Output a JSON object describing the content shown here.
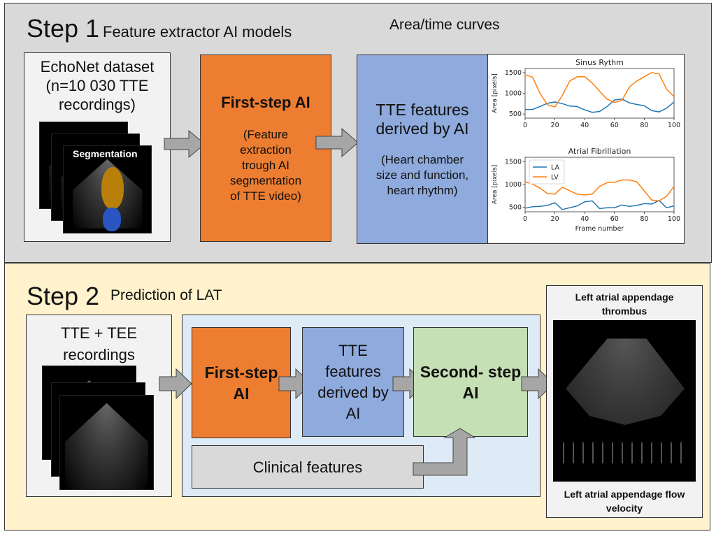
{
  "step1": {
    "title": "Step 1",
    "subtitle": "Feature extractor AI models",
    "curves_label": "Area/time curves",
    "dataset_box": {
      "line1": "EchoNet dataset",
      "line2": "(n=10 030 TTE",
      "line3": "recordings)",
      "overlay": "Segmentation"
    },
    "first_step_box": {
      "title": "First-step AI",
      "desc1": "(Feature",
      "desc2": "extraction",
      "desc3": "trough AI",
      "desc4": "segmentation",
      "desc5": "of TTE video)"
    },
    "features_box": {
      "title1": "TTE features",
      "title2": "derived by AI",
      "desc1": "(Heart chamber",
      "desc2": "size and function,",
      "desc3": "heart rhythm)"
    }
  },
  "step2": {
    "title": "Step 2",
    "subtitle": "Prediction of LAT",
    "recordings_box": {
      "line1": "TTE + TEE",
      "line2": "recordings"
    },
    "first_step_box": {
      "line1": "First-step",
      "line2": "AI"
    },
    "features_box": {
      "line1": "TTE",
      "line2": "features",
      "line3": "derived by",
      "line4": "AI"
    },
    "second_step_box": {
      "line1": "Second- step",
      "line2": "AI"
    },
    "clinical_box": {
      "label": "Clinical features"
    },
    "output_box": {
      "top1": "Left atrial appendage",
      "top2": "thrombus",
      "bottom1": "Left atrial appendage flow",
      "bottom2": "velocity"
    }
  },
  "colors": {
    "orange": "#ed7d31",
    "blue": "#8faadc",
    "green": "#c5e0b4",
    "la_line": "#1f77b4",
    "lv_line": "#ff7f0e",
    "panel1_bg": "#d9d9d9",
    "panel2_bg": "#fff2cc",
    "inner_bg": "#deebf7"
  },
  "chart_data": [
    {
      "type": "line",
      "title": "Sinus Rythm",
      "xlabel": "",
      "ylabel": "Area [pixels]",
      "xlim": [
        0,
        100
      ],
      "ylim": [
        400,
        1600
      ],
      "xticks": [
        0,
        20,
        40,
        60,
        80,
        100
      ],
      "yticks": [
        500,
        1000,
        1500
      ],
      "x": [
        0,
        5,
        10,
        15,
        20,
        25,
        30,
        35,
        40,
        45,
        50,
        55,
        60,
        65,
        70,
        75,
        80,
        85,
        90,
        95,
        100
      ],
      "series": [
        {
          "name": "LA",
          "values": [
            610,
            610,
            680,
            760,
            790,
            750,
            690,
            680,
            600,
            540,
            560,
            680,
            840,
            860,
            770,
            730,
            700,
            580,
            550,
            640,
            790
          ]
        },
        {
          "name": "LV",
          "values": [
            1450,
            1390,
            1000,
            720,
            670,
            950,
            1300,
            1400,
            1400,
            1250,
            1050,
            860,
            780,
            830,
            1150,
            1300,
            1400,
            1500,
            1470,
            1100,
            920
          ]
        }
      ]
    },
    {
      "type": "line",
      "title": "Atrial Fibrillation",
      "xlabel": "Frame number",
      "ylabel": "Area [pixels]",
      "xlim": [
        0,
        100
      ],
      "ylim": [
        400,
        1600
      ],
      "xticks": [
        0,
        20,
        40,
        60,
        80,
        100
      ],
      "yticks": [
        500,
        1000,
        1500
      ],
      "legend": {
        "position": "top-left",
        "entries": [
          "LA",
          "LV"
        ]
      },
      "x": [
        0,
        5,
        10,
        15,
        20,
        25,
        30,
        35,
        40,
        45,
        50,
        55,
        60,
        65,
        70,
        75,
        80,
        85,
        90,
        95,
        100
      ],
      "series": [
        {
          "name": "LA",
          "values": [
            480,
            510,
            520,
            540,
            600,
            450,
            490,
            530,
            620,
            640,
            470,
            490,
            490,
            550,
            520,
            540,
            580,
            570,
            650,
            490,
            530
          ]
        },
        {
          "name": "LV",
          "values": [
            1060,
            1010,
            920,
            800,
            790,
            940,
            860,
            790,
            770,
            790,
            960,
            1040,
            1050,
            1100,
            1100,
            1060,
            860,
            660,
            640,
            740,
            960
          ]
        }
      ]
    }
  ]
}
